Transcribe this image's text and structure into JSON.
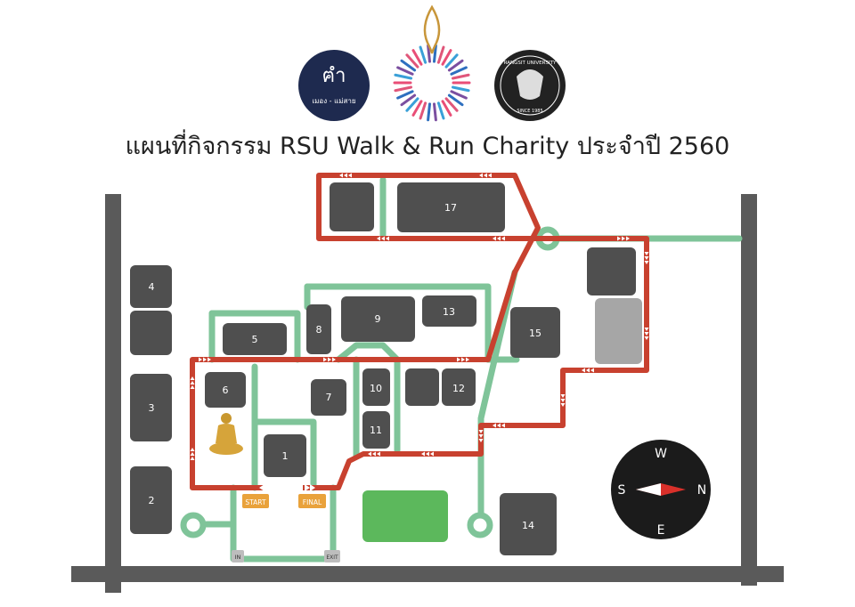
{
  "title": "แผนที่กิจกรรม RSU Walk & Run Charity ประจำปี 2560",
  "logos": {
    "left": {
      "line1": "ฅำ",
      "line2": "เมอง - แม่สาย"
    },
    "right": {
      "text": "RANGSIT UNIVERSITY",
      "since": "SINCE 1985"
    }
  },
  "buildings": {
    "b1": "1",
    "b2": "2",
    "b3": "3",
    "b4": "4",
    "b5": "5",
    "b6": "6",
    "b7": "7",
    "b8": "8",
    "b9": "9",
    "b10": "10",
    "b11": "11",
    "b12": "12",
    "b13": "13",
    "b14": "14",
    "b15": "15",
    "b17": "17"
  },
  "markers": {
    "start": "START",
    "final": "FINAL",
    "in": "IN",
    "exit": "EXIT"
  },
  "compass": {
    "north": "N",
    "south": "S",
    "east": "E",
    "west": "W"
  },
  "colors": {
    "route": "#c8412f",
    "path": "#7fc499",
    "road": "#5a5a5a",
    "building": "#4f4f4f",
    "building_light": "#a6a6a6",
    "field": "#5cb85c",
    "marker": "#e9a23b",
    "compass_needle": "#d9302a"
  }
}
